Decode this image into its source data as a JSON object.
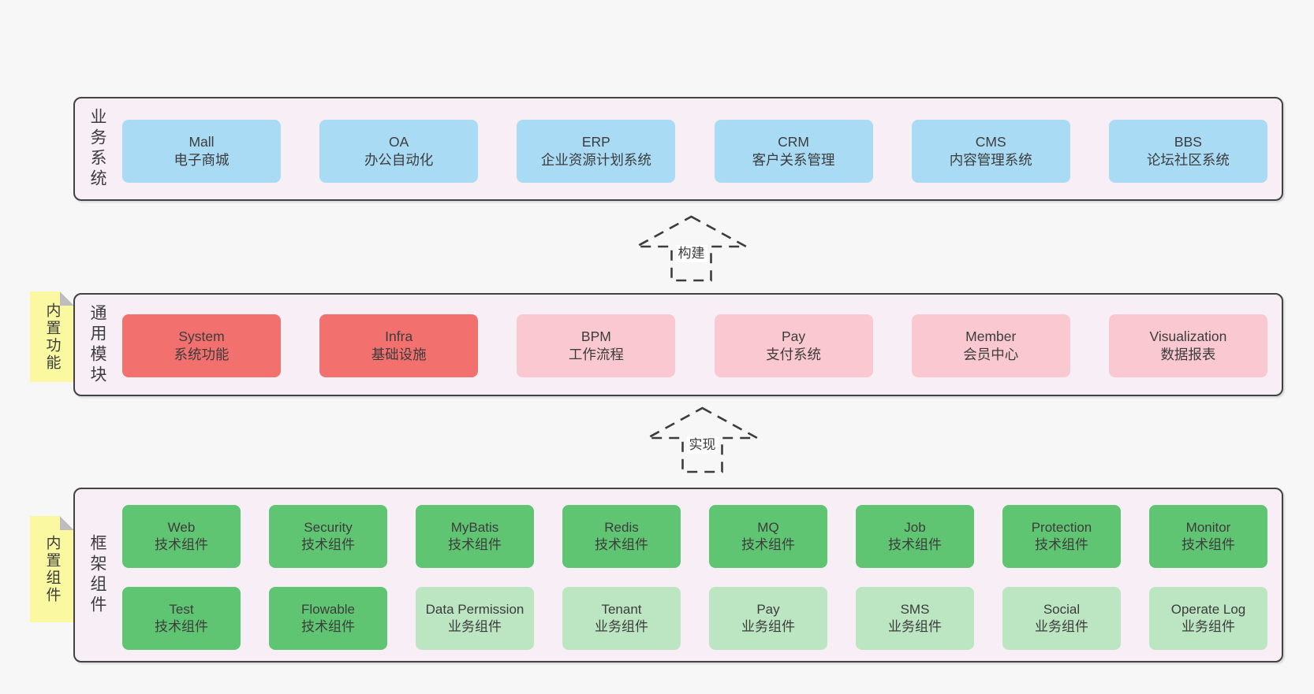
{
  "colors": {
    "page_bg": "#F7F7F7",
    "band_fill": "#F8EEF6",
    "border": "#424242",
    "text": "#3C3C3C",
    "blue": "#A9DBF5",
    "red": "#F2706E",
    "pink": "#FAC8D1",
    "green": "#60C572",
    "lightgreen": "#BCE5C1",
    "sticky": "#FAF9A1"
  },
  "arrows": [
    {
      "label": "构建"
    },
    {
      "label": "实现"
    }
  ],
  "stickies": [
    {
      "label": "内置功能"
    },
    {
      "label": "内置组件"
    }
  ],
  "bands": [
    {
      "label": "业务系统",
      "boxes": [
        {
          "name": "Mall",
          "desc": "电子商城"
        },
        {
          "name": "OA",
          "desc": "办公自动化"
        },
        {
          "name": "ERP",
          "desc": "企业资源计划系统"
        },
        {
          "name": "CRM",
          "desc": "客户关系管理"
        },
        {
          "name": "CMS",
          "desc": "内容管理系统"
        },
        {
          "name": "BBS",
          "desc": "论坛社区系统"
        }
      ]
    },
    {
      "label": "通用模块",
      "boxes": [
        {
          "name": "System",
          "desc": "系统功能"
        },
        {
          "name": "Infra",
          "desc": "基础设施"
        },
        {
          "name": "BPM",
          "desc": "工作流程"
        },
        {
          "name": "Pay",
          "desc": "支付系统"
        },
        {
          "name": "Member",
          "desc": "会员中心"
        },
        {
          "name": "Visualization",
          "desc": "数据报表"
        }
      ]
    },
    {
      "label": "框架组件",
      "row1": [
        {
          "name": "Web",
          "desc": "技术组件"
        },
        {
          "name": "Security",
          "desc": "技术组件"
        },
        {
          "name": "MyBatis",
          "desc": "技术组件"
        },
        {
          "name": "Redis",
          "desc": "技术组件"
        },
        {
          "name": "MQ",
          "desc": "技术组件"
        },
        {
          "name": "Job",
          "desc": "技术组件"
        },
        {
          "name": "Protection",
          "desc": "技术组件"
        },
        {
          "name": "Monitor",
          "desc": "技术组件"
        }
      ],
      "row2": [
        {
          "name": "Test",
          "desc": "技术组件"
        },
        {
          "name": "Flowable",
          "desc": "技术组件"
        },
        {
          "name": "Data Permission",
          "desc": "业务组件"
        },
        {
          "name": "Tenant",
          "desc": "业务组件"
        },
        {
          "name": "Pay",
          "desc": "业务组件"
        },
        {
          "name": "SMS",
          "desc": "业务组件"
        },
        {
          "name": "Social",
          "desc": "业务组件"
        },
        {
          "name": "Operate Log",
          "desc": "业务组件"
        }
      ]
    }
  ]
}
